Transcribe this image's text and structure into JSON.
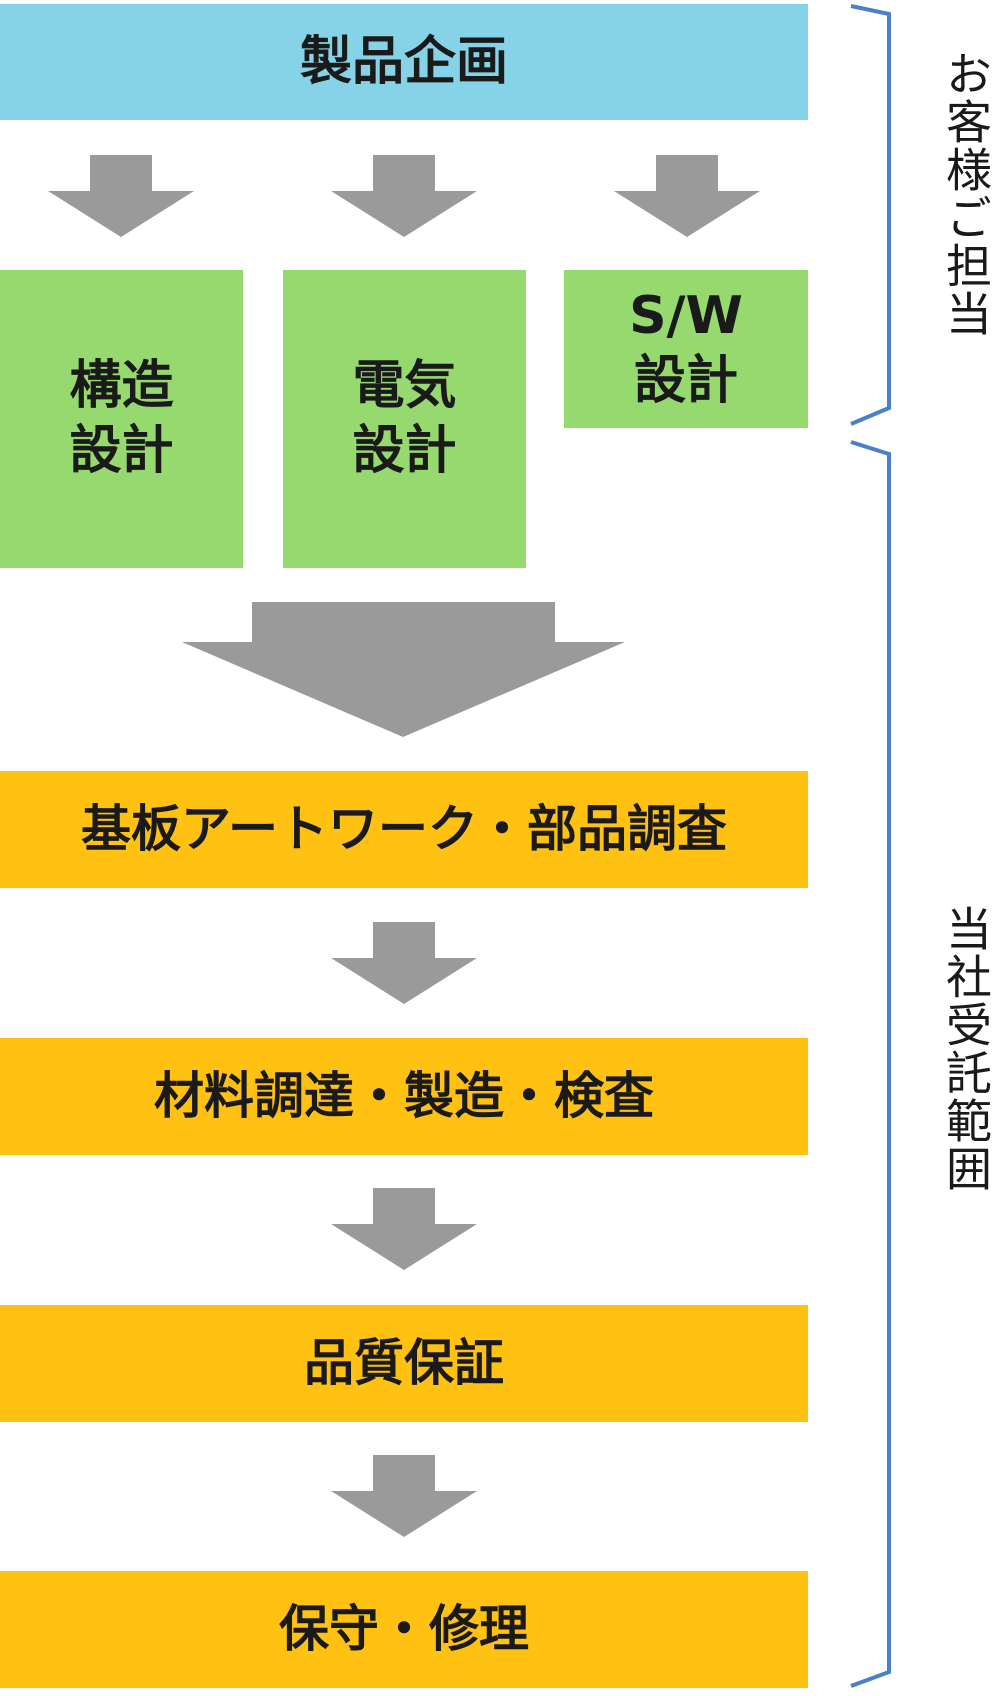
{
  "top": {
    "label": "製品企画"
  },
  "designs": [
    {
      "label": "構造\n設計"
    },
    {
      "label": "電気\n設計"
    },
    {
      "label": "S/W\n設計"
    }
  ],
  "steps": [
    {
      "label": "基板アートワーク・部品調査"
    },
    {
      "label": "材料調達・製造・検査"
    },
    {
      "label": "品質保証"
    },
    {
      "label": "保守・修理"
    }
  ],
  "brackets": {
    "customer": "お客様ご担当",
    "company": "当社受託範囲"
  },
  "colors": {
    "planning": "#86d3e8",
    "design": "#96d96f",
    "process": "#ffc112",
    "arrow": "#9a9a9a",
    "bracket": "#4a7fc9"
  }
}
